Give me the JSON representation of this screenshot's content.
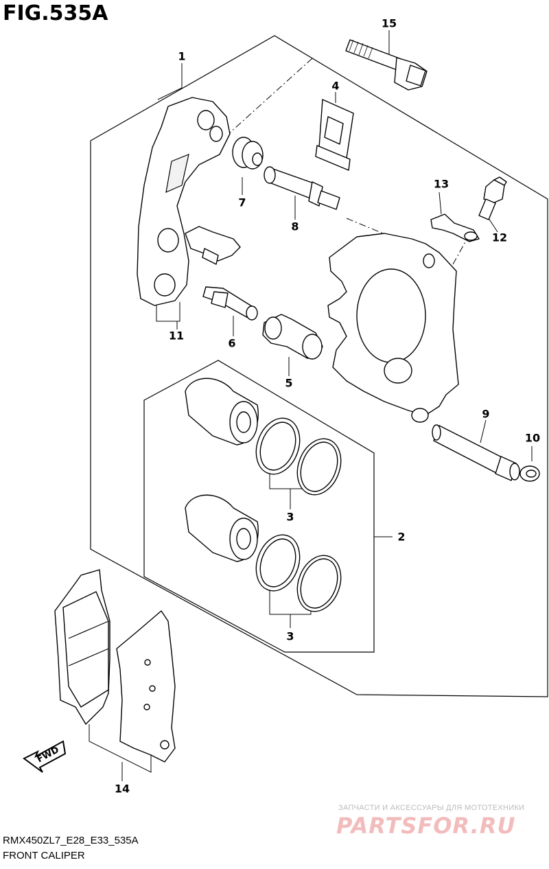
{
  "figure": {
    "title": "FIG.535A",
    "code": "RMX450ZL7_E28_E33_535A",
    "name": "FRONT CALIPER"
  },
  "parts": [
    {
      "id": "p1",
      "num": "1"
    },
    {
      "id": "p2",
      "num": "2"
    },
    {
      "id": "p3a",
      "num": "3"
    },
    {
      "id": "p3b",
      "num": "3"
    },
    {
      "id": "p4",
      "num": "4"
    },
    {
      "id": "p5",
      "num": "5"
    },
    {
      "id": "p6",
      "num": "6"
    },
    {
      "id": "p7",
      "num": "7"
    },
    {
      "id": "p8",
      "num": "8"
    },
    {
      "id": "p9",
      "num": "9"
    },
    {
      "id": "p10",
      "num": "10"
    },
    {
      "id": "p11",
      "num": "11"
    },
    {
      "id": "p12",
      "num": "12"
    },
    {
      "id": "p13",
      "num": "13"
    },
    {
      "id": "p14",
      "num": "14"
    },
    {
      "id": "p15",
      "num": "15"
    }
  ],
  "fwd_label": "FWD",
  "watermark": {
    "line1": "ЗАПЧАСТИ И АКСЕССУАРЫ ДЛЯ МОТОТЕХНИКИ",
    "logo": "PARTSFOR.RU",
    "color": "#e88888"
  }
}
